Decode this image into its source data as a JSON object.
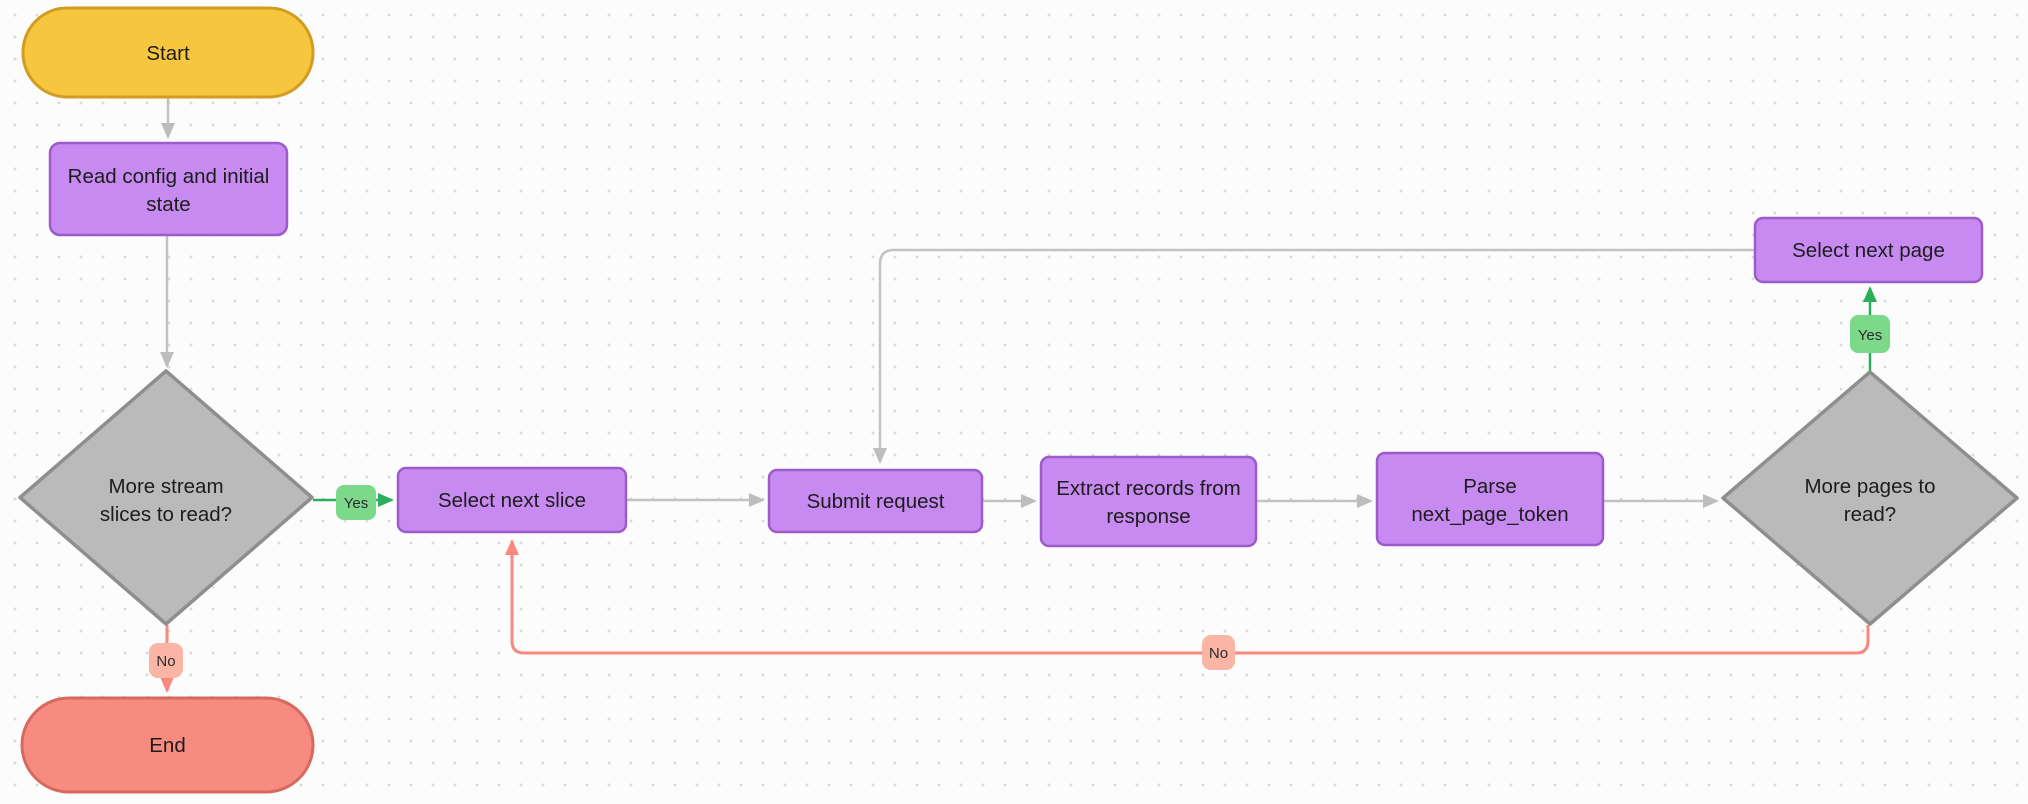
{
  "canvas": {
    "background": "#FCFCFC",
    "dot_color": "#DADADA"
  },
  "palette": {
    "process_fill": "#C78AF0",
    "process_stroke": "#9C5ACB",
    "start_fill": "#F7C63F",
    "start_stroke": "#D29C22",
    "end_fill": "#F78B80",
    "end_stroke": "#D66A60",
    "decision_fill": "#BABABA",
    "decision_stroke": "#8E8E8E",
    "yes_badge_fill": "#7CD98A",
    "no_badge_fill": "#FAB5A5",
    "green_edge": "#2BAE5C",
    "red_edge": "#F8897D",
    "gray_edge": "#C2C2C2",
    "label_text": "#1C1C1C"
  },
  "nodes": {
    "start": {
      "label": "Start"
    },
    "read_config": {
      "lines": [
        "Read config and initial",
        "state"
      ]
    },
    "decision_slices": {
      "lines": [
        "More stream",
        "slices to read?"
      ]
    },
    "select_slice": {
      "label": "Select next slice"
    },
    "submit_request": {
      "label": "Submit request"
    },
    "extract_records": {
      "lines": [
        "Extract records from",
        "response"
      ]
    },
    "parse_token": {
      "lines": [
        "Parse",
        "next_page_token"
      ]
    },
    "decision_pages": {
      "lines": [
        "More pages to",
        "read?"
      ]
    },
    "select_page": {
      "label": "Select next page"
    },
    "end": {
      "label": "End"
    }
  },
  "edge_labels": {
    "slices_yes": "Yes",
    "slices_no": "No",
    "pages_yes": "Yes",
    "pages_no": "No"
  }
}
